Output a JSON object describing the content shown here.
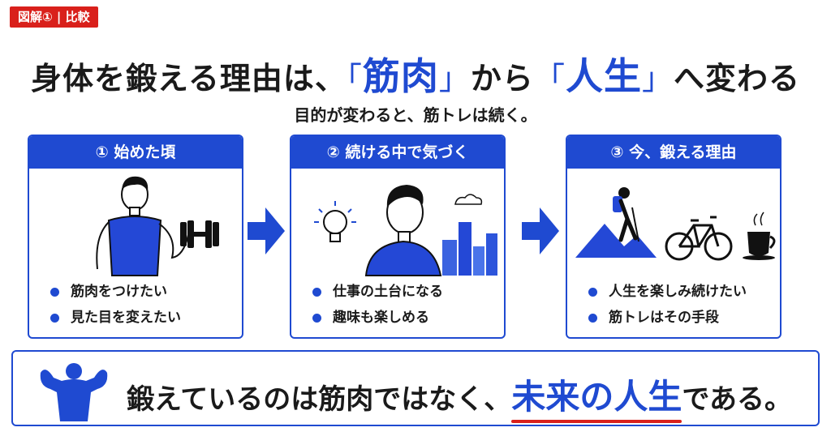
{
  "tag": "図解① | 比較",
  "title": {
    "part1": "身体を鍛える理由は、",
    "open_bracket": "「",
    "word1": "筋肉",
    "close_bracket": "」",
    "part2": "から",
    "word2": "人生",
    "part3": "へ変わる"
  },
  "subtitle": "目的が変わると、筋トレは続く。",
  "cards": [
    {
      "header": "① 始めた頃",
      "bullets": [
        "筋肉をつけたい",
        "見た目を変えたい"
      ]
    },
    {
      "header": "② 続ける中で気づく",
      "bullets": [
        "仕事の土台になる",
        "趣味も楽しめる"
      ]
    },
    {
      "header": "③ 今、鍛える理由",
      "bullets": [
        "人生を楽しみ続けたい",
        "筋トレはその手段"
      ]
    }
  ],
  "bottom": {
    "part1": "鍛えているのは筋肉ではなく、",
    "emphasis": "未来の人生",
    "part2": "である。"
  },
  "colors": {
    "accent": "#1f4ad1",
    "tag": "#d9201b",
    "underline": "#d9201b"
  },
  "icons": [
    "dumbbell-man-illustration",
    "lightbulb-icon",
    "thinking-man-illustration",
    "city-icon",
    "cloud-icon",
    "hiker-icon",
    "mountain-icon",
    "bicycle-icon",
    "coffee-cup-icon",
    "muscle-silhouette-icon",
    "right-arrow-icon"
  ]
}
